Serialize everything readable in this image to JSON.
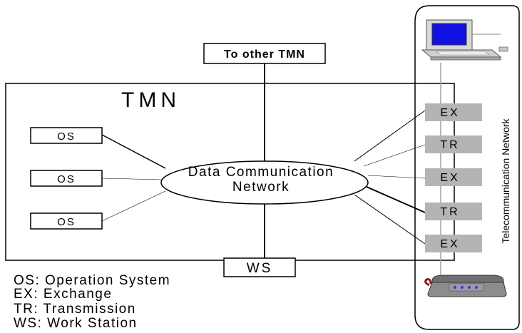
{
  "title": "TMN",
  "top_box": "To other TMN",
  "dcn": [
    "Data Communication",
    "Network"
  ],
  "os_boxes": [
    "OS",
    "OS",
    "OS"
  ],
  "ws_box": "WS",
  "network_elements": [
    "EX",
    "TR",
    "EX",
    "TR",
    "EX"
  ],
  "side_label": "Telecommunication Network",
  "legend": [
    "OS: Operation System",
    "EX: Exchange",
    "TR: Transmission",
    "WS: Work Station"
  ],
  "colors": {
    "element_fill": "#b4b4b4",
    "screen": "#1010e0",
    "computer": "#d8d8d8",
    "phone": "#8c8c8c",
    "phone_cord": "#8b1a1a"
  },
  "icons": [
    "computer-terminal-icon",
    "telephone-icon"
  ]
}
